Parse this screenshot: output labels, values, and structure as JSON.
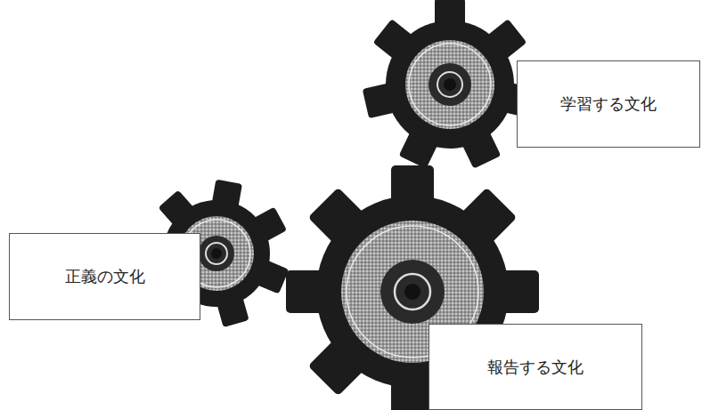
{
  "diagram": {
    "nodes": [
      {
        "text": [
          "学習する文化"
        ]
      },
      {
        "text": [
          "正義の文化"
        ]
      },
      {
        "text": [
          "報告する文化"
        ]
      }
    ]
  }
}
